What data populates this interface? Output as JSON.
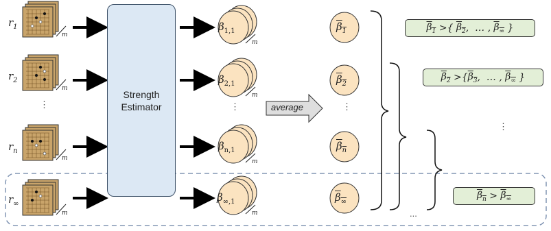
{
  "rows": [
    {
      "id": "r1",
      "label_base": "r",
      "label_sub": "1",
      "beta_base": "β",
      "beta_sub": "1,1",
      "avg_sub": "1"
    },
    {
      "id": "r2",
      "label_base": "r",
      "label_sub": "2",
      "beta_base": "β",
      "beta_sub": "2,1",
      "avg_sub": "2"
    },
    {
      "id": "rn",
      "label_base": "r",
      "label_sub": "n",
      "beta_base": "β",
      "beta_sub": "n,1",
      "avg_sub": "n"
    },
    {
      "id": "rinf",
      "label_base": "r",
      "label_sub": "∞",
      "beta_base": "β",
      "beta_sub": "∞,1",
      "avg_sub": "∞"
    }
  ],
  "m_label": "m",
  "estimator": {
    "line1": "Strength",
    "line2": "Estimator"
  },
  "average_label": "average",
  "vertical_dots": "⋮",
  "horizontal_dots": "...",
  "comparisons": [
    {
      "lhs_sub": "1",
      "rhs": [
        "2",
        "∞"
      ],
      "brace_open": "{",
      "brace_close": "}",
      "sep": ",",
      "ellipsis": "…"
    },
    {
      "lhs_sub": "2",
      "rhs": [
        "3",
        "∞"
      ],
      "brace_open": "{",
      "brace_close": "}",
      "sep": ",",
      "ellipsis": "…"
    },
    {
      "lhs_sub": "n",
      "rhs": [
        "∞"
      ]
    }
  ],
  "colors": {
    "estimator_fill": "#dce8f4",
    "beta_circle_fill": "#fbe3c0",
    "comparison_fill": "#e3efd7",
    "board_fill": "#c9a46a",
    "dashed_border": "#8296b4"
  }
}
